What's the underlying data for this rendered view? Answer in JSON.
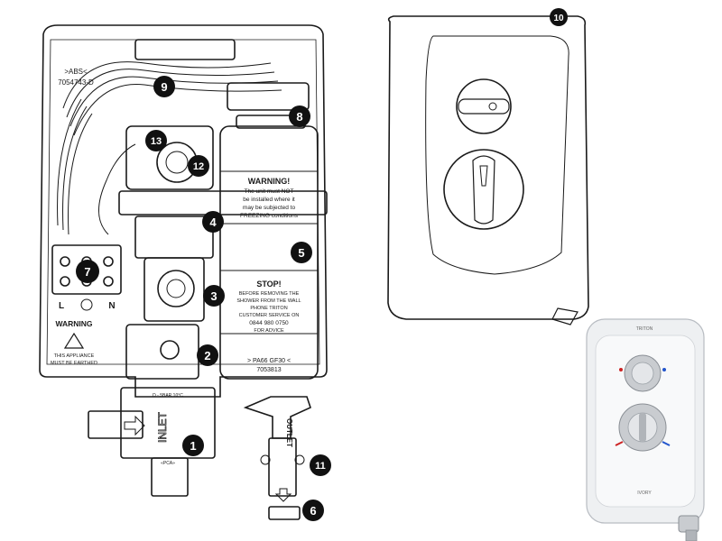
{
  "unit_labels": {
    "abs_code": ">ABS<",
    "part_code_top": "7054743-D",
    "warning_title": "WARNING!",
    "warning_line1": "The unit must NOT",
    "warning_line2": "be installed where it",
    "warning_line3": "may be subjected to",
    "warning_line4": "FREEZING conditions",
    "stop_title": "STOP!",
    "stop_line1": "BEFORE REMOVING THE",
    "stop_line2": "SHOWER FROM THE WALL",
    "stop_line3": "PHONE TRITON",
    "stop_line4": "CUSTOMER SERVICE ON",
    "stop_phone": "0844 980 0750",
    "stop_line5": "FOR ADVICE",
    "pa_code": "> PA66 GF30 <",
    "part_code_tank": "7053813",
    "terminal_l": "L",
    "terminal_n": "N",
    "earth_warning_title": "WARNING",
    "earth_line1": "THIS APPLIANCE",
    "earth_line2": "MUST BE EARTHED",
    "inlet": "INLET",
    "outlet": "OUTLET",
    "inlet_small_1": "D - 5BAR  10°C",
    "inlet_small_2": "«PCA»"
  },
  "photo_labels": {
    "brand": "TRITON",
    "model": "IVORY"
  },
  "callouts": [
    {
      "id": "callout-1",
      "text": "1"
    },
    {
      "id": "callout-2",
      "text": "2"
    },
    {
      "id": "callout-3",
      "text": "3"
    },
    {
      "id": "callout-4",
      "text": "4"
    },
    {
      "id": "callout-5",
      "text": "5"
    },
    {
      "id": "callout-6",
      "text": "6"
    },
    {
      "id": "callout-7",
      "text": "7"
    },
    {
      "id": "callout-8",
      "text": "8"
    },
    {
      "id": "callout-9",
      "text": "9"
    },
    {
      "id": "callout-10",
      "text": "10"
    },
    {
      "id": "callout-11",
      "text": "11"
    },
    {
      "id": "callout-12",
      "text": "12"
    },
    {
      "id": "callout-13",
      "text": "13"
    }
  ],
  "colors": {
    "line": "#1a1a1a",
    "callout_fill": "#111111",
    "callout_text": "#ffffff",
    "background": "#ffffff",
    "photo_body": "#eef0f2",
    "knob_chrome": "#c9ccd0",
    "red_mark": "#cc2222",
    "blue_mark": "#2255cc"
  }
}
